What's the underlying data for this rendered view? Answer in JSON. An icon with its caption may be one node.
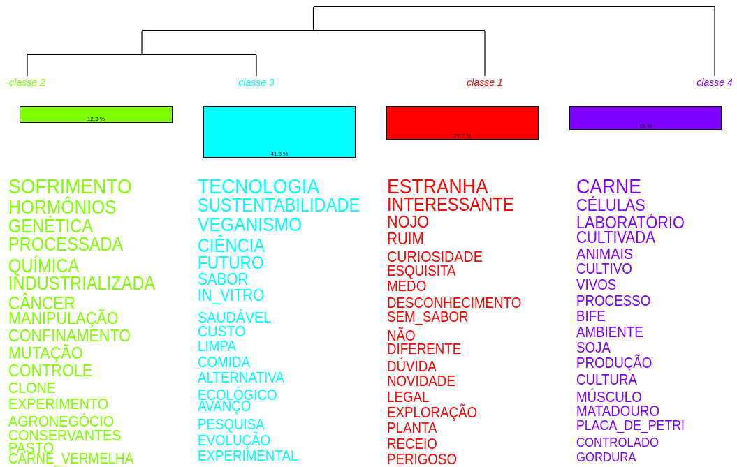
{
  "diagram": {
    "nodes": [
      {
        "text": [
          "classe 2"
        ]
      },
      {
        "text": [
          "classe 3"
        ]
      },
      {
        "text": [
          "classe 1"
        ]
      },
      {
        "text": [
          "classe 4"
        ]
      },
      {
        "text": [
          "12.3 %"
        ]
      },
      {
        "text": [
          "41.5 %"
        ]
      },
      {
        "text": [
          "27.2 %"
        ]
      },
      {
        "text": [
          "19 %"
        ]
      },
      {
        "text": [],
        "shape": "bar"
      },
      {
        "text": [],
        "shape": "bar"
      },
      {
        "text": [],
        "shape": "bar"
      }
    ],
    "edges": [
      {
        "from": 8,
        "to": 9,
        "arrow": "none"
      },
      {
        "from": 8,
        "to": 3,
        "arrow": "none"
      },
      {
        "from": 9,
        "to": 10,
        "arrow": "none"
      },
      {
        "from": 9,
        "to": 2,
        "arrow": "none"
      },
      {
        "from": 10,
        "to": 0,
        "arrow": "none"
      },
      {
        "from": 10,
        "to": 1,
        "arrow": "none"
      }
    ],
    "labels": [
      "SOFRIMENTO",
      "HORMÔNIOS",
      "GENÉTICA",
      "PROCESSADA",
      "QUÍMICA",
      "INDUSTRIALIZADA",
      "CÂNCER",
      "MANIPULAÇÃO",
      "CONFINAMENTO",
      "MUTAÇÃO",
      "CONTROLE",
      "CLONE",
      "EXPERIMENTO",
      "AGRONEGÓCIO",
      "CONSERVANTES",
      "PASTO",
      "CARNE_VERMELHA",
      "TECNOLOGIA",
      "SUSTENTABILIDADE",
      "VEGANISMO",
      "CIÊNCIA",
      "FUTURO",
      "SABOR",
      "IN_VITRO",
      "SAUDÁVEL",
      "CUSTO",
      "LIMPA",
      "COMIDA",
      "ALTERNATIVA",
      "ECOLÓGICO",
      "AVANÇO",
      "PESQUISA",
      "EVOLUÇÃO",
      "EXPERIMENTAL",
      "ESTRANHA",
      "INTERESSANTE",
      "NOJO",
      "RUIM",
      "CURIOSIDADE",
      "ESQUISITA",
      "MEDO",
      "DESCONHECIMENTO",
      "SEM_SABOR",
      "NÃO",
      "DIFERENTE",
      "DÚVIDA",
      "NOVIDADE",
      "LEGAL",
      "EXPLORAÇÃO",
      "PLANTA",
      "RECEIO",
      "PERIGOSO",
      "CARNE",
      "CÉLULAS",
      "LABORATÓRIO",
      "CULTIVADA",
      "ANIMAIS",
      "CULTIVO",
      "VIVOS",
      "PROCESSO",
      "BIFE",
      "AMBIENTE",
      "SOJA",
      "PRODUÇÃO",
      "CULTURA",
      "MÚSCULO",
      "MATADOURO",
      "PLACA_DE_PETRI",
      "CONTROLADO",
      "GORDURA"
    ]
  }
}
